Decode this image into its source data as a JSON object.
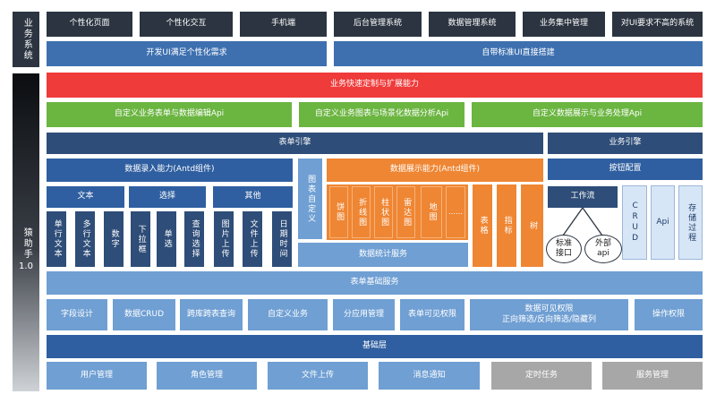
{
  "side": {
    "business_label": "业务系统",
    "assistant_label": "猿助手",
    "version": "1.0"
  },
  "systems": [
    "个性化页面",
    "个性化交互",
    "手机端",
    "后台管理系统",
    "数据管理系统",
    "业务集中管理",
    "对UI要求不高的系统"
  ],
  "needs": [
    "开发UI满足个性化需求",
    "自带标准UI直接搭建"
  ],
  "capability_title": "业务快速定制与扩展能力",
  "apis": [
    "自定义业务表单与数据编辑Api",
    "自定义业务图表与场景化数据分析Api",
    "自定义数据展示与业务处理Api"
  ],
  "form_engine": {
    "title": "表单引擎",
    "entry": {
      "title": "数据录入能力(Antd组件)",
      "groups": [
        {
          "title": "文本",
          "items": [
            "单行文本",
            "多行文本",
            "数字"
          ]
        },
        {
          "title": "选择",
          "items": [
            "下拉框",
            "单选",
            "查询选择"
          ]
        },
        {
          "title": "其他",
          "items": [
            "图片上传",
            "文件上传",
            "日期时间"
          ]
        }
      ]
    },
    "chart_custom": "图表自定义",
    "display": {
      "title": "数据展示能力(Antd组件)",
      "charts": [
        "饼图",
        "折线图",
        "柱状图",
        "雷达图",
        "地图",
        "……"
      ],
      "others": [
        "表格",
        "指标",
        "树"
      ]
    },
    "stats": "数据统计服务"
  },
  "business_engine": {
    "title": "业务引擎",
    "button_config": "按钮配置",
    "workflow": "工作流",
    "standard_api": "标准接口",
    "external_api": "外部api",
    "crud": "CRUD",
    "api": "Api",
    "storage": "存储过程"
  },
  "form_base": {
    "title": "表单基础服务",
    "items": [
      "字段设计",
      "数据CRUD",
      "跨库跨表查询",
      "自定义业务",
      "分应用管理",
      "表单可见权限"
    ],
    "data_perm_line1": "数据可见权限",
    "data_perm_line2": "正向筛选/反向筛选/隐藏列",
    "op_perm": "操作权限"
  },
  "base_layer": {
    "title": "基础层",
    "items": [
      "用户管理",
      "角色管理",
      "文件上传",
      "消息通知",
      "定时任务",
      "服务管理"
    ]
  }
}
